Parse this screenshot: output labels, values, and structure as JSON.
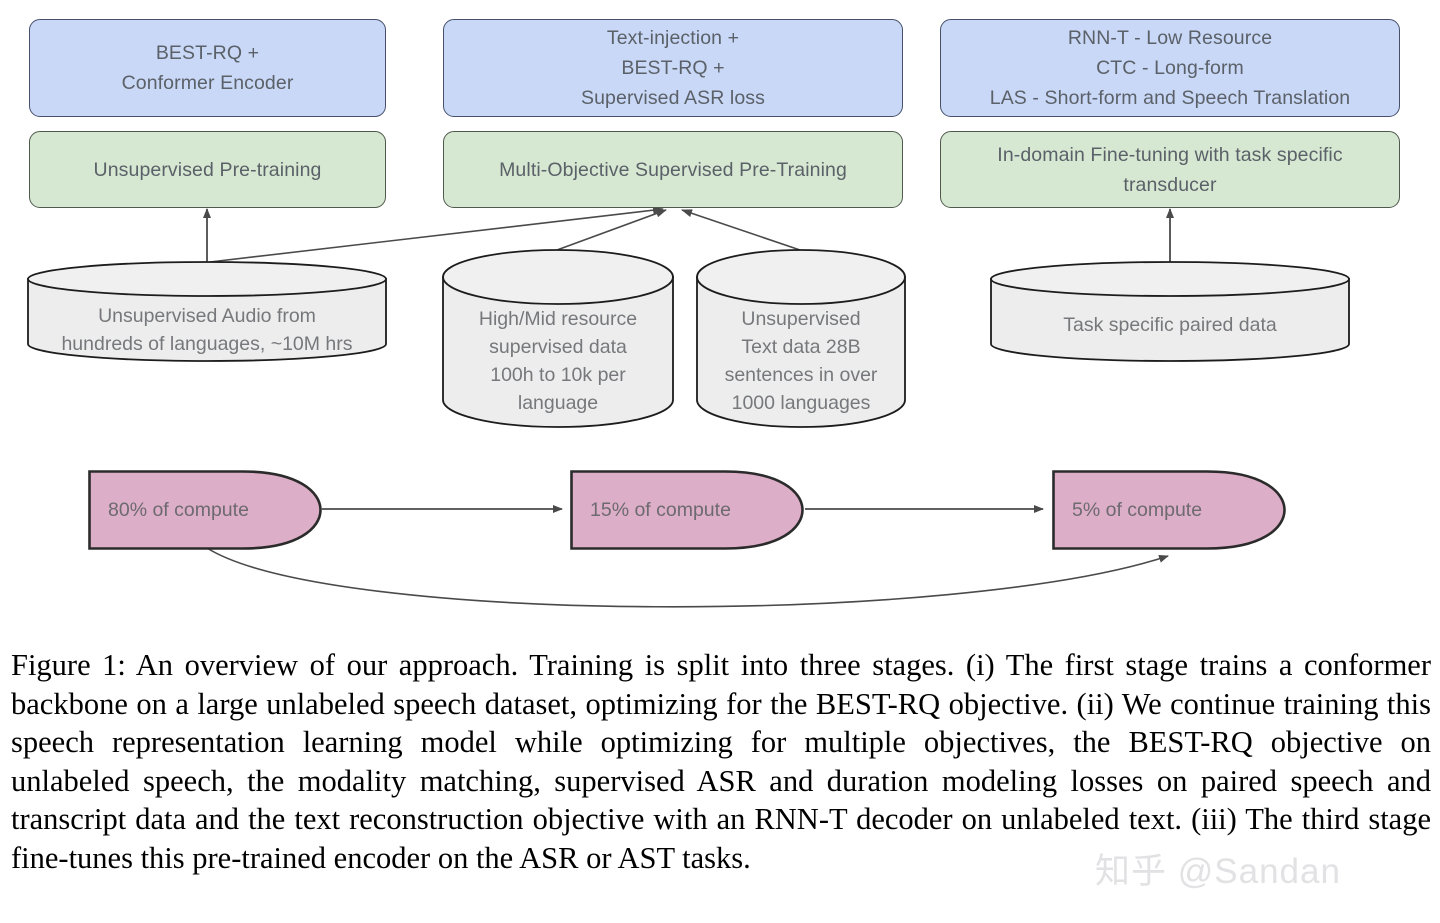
{
  "figure": {
    "stages": [
      {
        "id": "stage-1",
        "model_box": "BEST-RQ +\nConformer Encoder",
        "phase_box": "Unsupervised Pre-training",
        "compute_label": "80% of compute"
      },
      {
        "id": "stage-2",
        "model_box": "Text-injection +\nBEST-RQ +\nSupervised ASR loss",
        "phase_box": "Multi-Objective Supervised Pre-Training",
        "compute_label": "15% of compute"
      },
      {
        "id": "stage-3",
        "model_box": "RNN-T - Low Resource\nCTC - Long-form\nLAS - Short-form and Speech Translation",
        "phase_box": "In-domain Fine-tuning with task specific transducer",
        "compute_label": "5% of compute"
      }
    ],
    "datastores": [
      {
        "id": "audio-store",
        "label": "Unsupervised Audio from\nhundreds of languages, ~10M hrs"
      },
      {
        "id": "supervised-store",
        "label": "High/Mid resource\nsupervised data\n100h to 10k per\nlanguage"
      },
      {
        "id": "text-store",
        "label": "Unsupervised\nText data 28B\nsentences in over\n1000 languages"
      },
      {
        "id": "paired-store",
        "label": "Task specific paired data"
      }
    ],
    "colors": {
      "model_box_fill": "#c9d8f7",
      "phase_box_fill": "#d6e8d2",
      "datastore_fill": "#ededed",
      "compute_fill": "#ddaec7",
      "edge_stroke": "#4a4a4a",
      "node_stroke": "#4b5563"
    }
  },
  "caption": {
    "text": "Figure 1: An overview of our approach. Training is split into three stages. (i) The first stage trains a conformer backbone on a large unlabeled speech dataset, optimizing for the BEST-RQ objective. (ii) We continue training this speech representation learning model while optimizing for multiple objectives, the BEST-RQ objective on unlabeled speech, the modality matching, supervised ASR and duration modeling losses on paired speech and transcript data and the text reconstruction objective with an RNN-T decoder on unlabeled text. (iii) The third stage fine-tunes this pre-trained encoder on the ASR or AST tasks."
  },
  "watermark": {
    "text": "知乎 @Sandan"
  }
}
